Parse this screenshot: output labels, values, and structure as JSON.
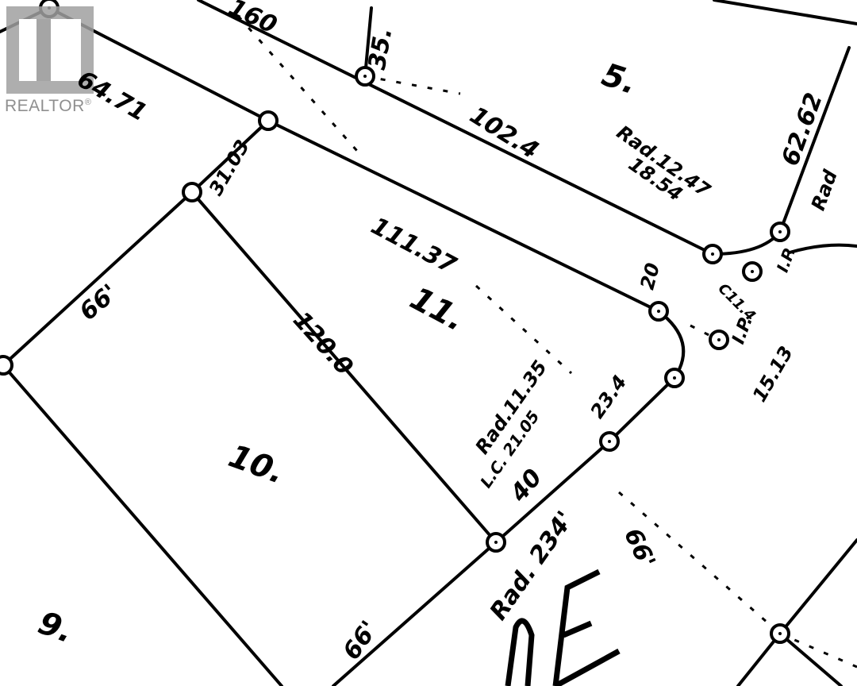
{
  "watermark": {
    "text": "REALTOR",
    "mark": "®"
  },
  "lots": {
    "lot5": "5.",
    "lot9": "9.",
    "lot10": "10.",
    "lot11": "11."
  },
  "dims": {
    "d_160": "160",
    "d_35": "35.",
    "d_64_71": "64.71",
    "d_102_4": "102.4",
    "d_31_03": "31.03",
    "d_111_37": "111.37",
    "d_62_62": "62.62",
    "d_rad_12_47": "Rad.12.47",
    "d_18_54": "18.54",
    "d_20": "20",
    "d_c11_4": "C11.4",
    "d_ip1": "I.P.",
    "d_ip2": "I.P.",
    "d_15_13": "15.13",
    "d_66_top": "66'",
    "d_120_0": "120.0",
    "d_rad_11_35": "Rad.11.35",
    "d_lc_21_05": "L.C. 21.05",
    "d_23_4": "23.4",
    "d_40": "40",
    "d_rad_234": "Rad. 234'",
    "d_66_bottom": "66'",
    "d_66_road": "66'",
    "d_rad_right": "Rad",
    "road_letters": "DE"
  }
}
